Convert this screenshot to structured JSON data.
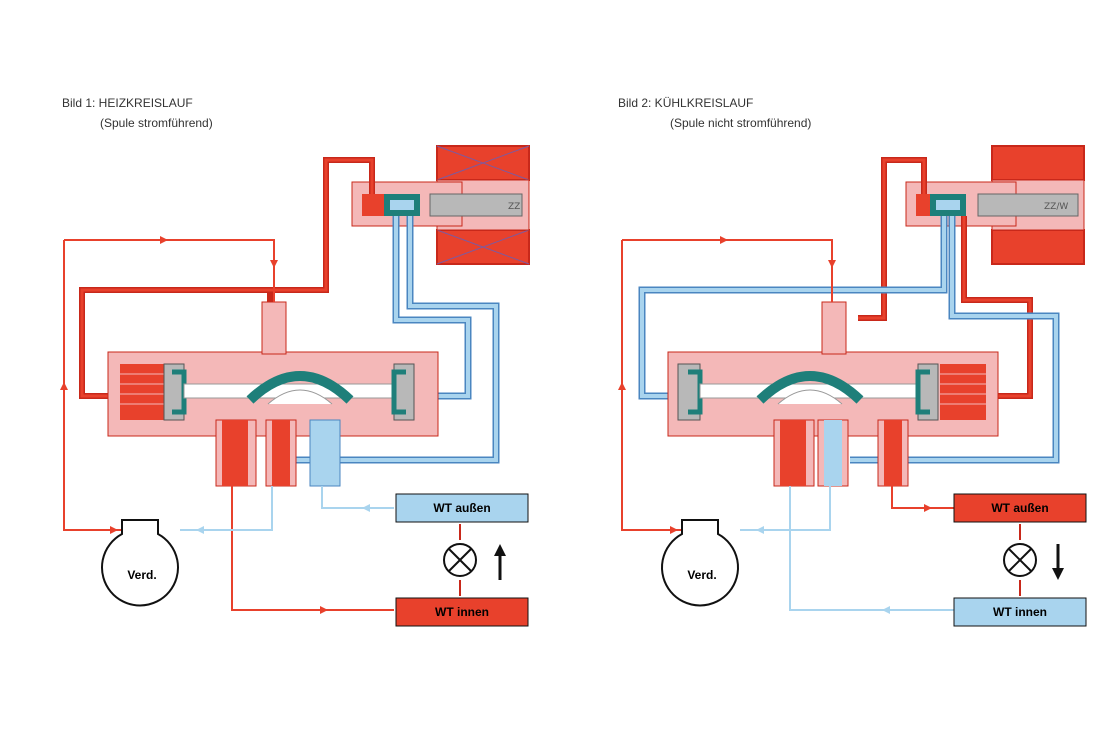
{
  "colors": {
    "hot": "#e8412c",
    "hot_dark": "#c8281a",
    "cold": "#a9d4ee",
    "cold_dark": "#4a86c0",
    "pink": "#f4b8b8",
    "teal": "#1e7f7a",
    "grey": "#b8b8b8"
  },
  "figures": [
    {
      "title": "Bild 1: HEIZKREISLAUF",
      "subtitle": "(Spule stromführend)",
      "compressor_label": "Verd.",
      "top_box": {
        "label": "WT außen",
        "state": "cold"
      },
      "bottom_box": {
        "label": "WT innen",
        "state": "hot"
      },
      "arrow_direction": "up"
    },
    {
      "title": "Bild 2: KÜHLKREISLAUF",
      "subtitle": "(Spule nicht stromführend)",
      "compressor_label": "Verd.",
      "top_box": {
        "label": "WT außen",
        "state": "hot"
      },
      "bottom_box": {
        "label": "WT innen",
        "state": "cold"
      },
      "arrow_direction": "down"
    }
  ]
}
